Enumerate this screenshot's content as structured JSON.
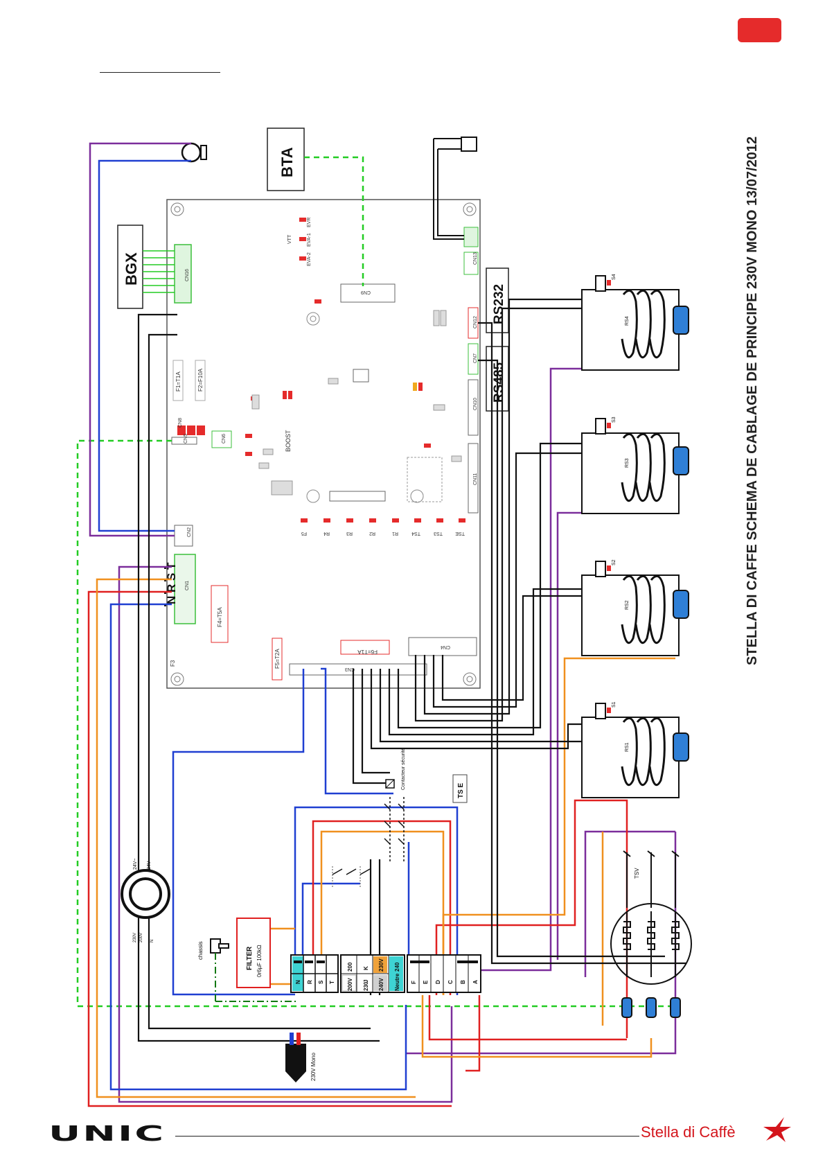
{
  "diagram": {
    "title": "STELLA DI CAFFE    SCHEMA DE CABLAGE DE PRINCIPE 230V MONO 13/07/2012",
    "modules": {
      "bta": "BTA",
      "bgx": "BGX",
      "rs232": "RS232",
      "rs485": "RS485"
    },
    "board_labels": {
      "n_r_s_t": "N R S T",
      "cn1": "CN1",
      "cn2": "CN2",
      "cn3": "CN3",
      "cn4": "CN4",
      "cn5": "CN5",
      "cn6": "CN6",
      "cn7": "CN7",
      "cn8": "CN8",
      "cn9": "CN9",
      "cn10": "CN10",
      "cn11": "CN11",
      "cn12": "CN12",
      "cn13": "CN13",
      "cn16": "CN16",
      "boost": "BOOST",
      "f1": "F1=T1A",
      "f2": "F2=F10A",
      "f4": "F4=T5A",
      "f5": "F5=T2A",
      "f6": "F6=T1A",
      "f3": "F3",
      "vtt": "VTT",
      "evr": "EVR",
      "eva1": "EVA-1",
      "eva2": "EVA-2",
      "fuse_codes": [
        "F5",
        "R4",
        "R3",
        "R2",
        "R1",
        "TS4",
        "TS3",
        "TSE"
      ]
    },
    "components": {
      "contacteur": "Contacteur sécurité",
      "tse": "TS E",
      "tsv": "TSV",
      "filter_title": "FILTER",
      "filter_value": "0r6µF 100kΩ",
      "chassis": "chassis",
      "mains": "230V Mono",
      "transformer_inputs": [
        "24V~",
        "24V~"
      ],
      "transformer_outputs": [
        "230V",
        "200V",
        "N"
      ],
      "heaters": [
        "RS1",
        "RS2",
        "RS3",
        "RS4"
      ],
      "probes": [
        "S1",
        "S2",
        "S3",
        "S4"
      ]
    },
    "terminal_block": {
      "left": [
        "N",
        "R",
        "S",
        "T"
      ],
      "middle_top": [
        "200",
        "K",
        "230V"
      ],
      "middle_bottom": [
        "200V",
        "230",
        "J",
        "240V"
      ],
      "voltage_240": "240",
      "neutre": "Neutre",
      "right": [
        "F",
        "E",
        "D",
        "C",
        "B",
        "A"
      ]
    },
    "footer": {
      "left_logo": "UNIC",
      "right_logo": "Stella di Caffè"
    },
    "colors": {
      "brand_red": "#e52b2b",
      "wire_blue": "#1f3fd1",
      "wire_purple": "#7b2d9b",
      "wire_red": "#e02020",
      "wire_orange": "#f0901e",
      "wire_green_dashed": "#22cc22",
      "wire_black": "#111111",
      "connector_green": "#3bbf3b",
      "heater_blue": "#2f7fd6"
    }
  }
}
